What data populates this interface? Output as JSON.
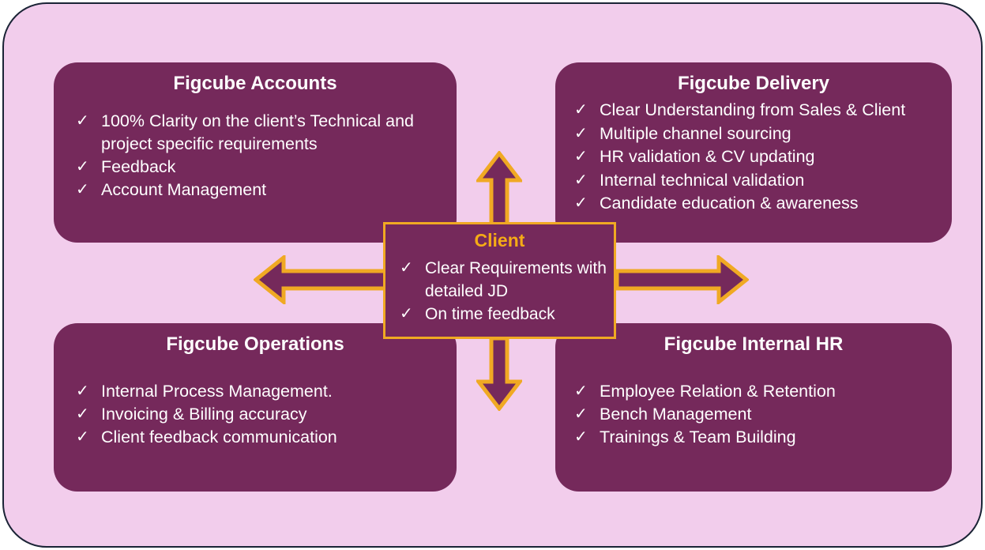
{
  "theme": {
    "page_background": "#ffffff",
    "canvas_background": "#f2cdec",
    "canvas_border": "#1b2436",
    "panel_fill": "#75295b",
    "panel_text": "#ffffff",
    "accent_gold": "#f0a923",
    "client_title_color": "#f5ab16",
    "arrow_fill": "#75295b",
    "arrow_stroke": "#f0a923"
  },
  "panels": {
    "accounts": {
      "title": "Figcube Accounts",
      "items": [
        "100% Clarity on the client’s Technical and project specific requirements",
        "Feedback",
        "Account Management"
      ]
    },
    "delivery": {
      "title": "Figcube Delivery",
      "items": [
        "Clear Understanding from Sales & Client",
        "Multiple channel sourcing",
        "HR validation & CV updating",
        "Internal technical validation",
        "Candidate education & awareness"
      ]
    },
    "operations": {
      "title": "Figcube Operations",
      "items": [
        "Internal Process Management.",
        "Invoicing & Billing accuracy",
        "Client feedback communication"
      ]
    },
    "internal_hr": {
      "title": "Figcube Internal HR",
      "items": [
        "Employee Relation & Retention",
        "Bench Management",
        "Trainings & Team Building"
      ]
    }
  },
  "center": {
    "title": "Client",
    "items": [
      "Clear Requirements with detailed JD",
      "On time feedback"
    ]
  },
  "arrows": [
    {
      "name": "arrow-up",
      "direction": "up",
      "icon": "arrow-up-icon"
    },
    {
      "name": "arrow-down",
      "direction": "down",
      "icon": "arrow-down-icon"
    },
    {
      "name": "arrow-left",
      "direction": "left",
      "icon": "arrow-left-icon"
    },
    {
      "name": "arrow-right",
      "direction": "right",
      "icon": "arrow-right-icon"
    }
  ],
  "glyphs": {
    "check": "✓"
  }
}
